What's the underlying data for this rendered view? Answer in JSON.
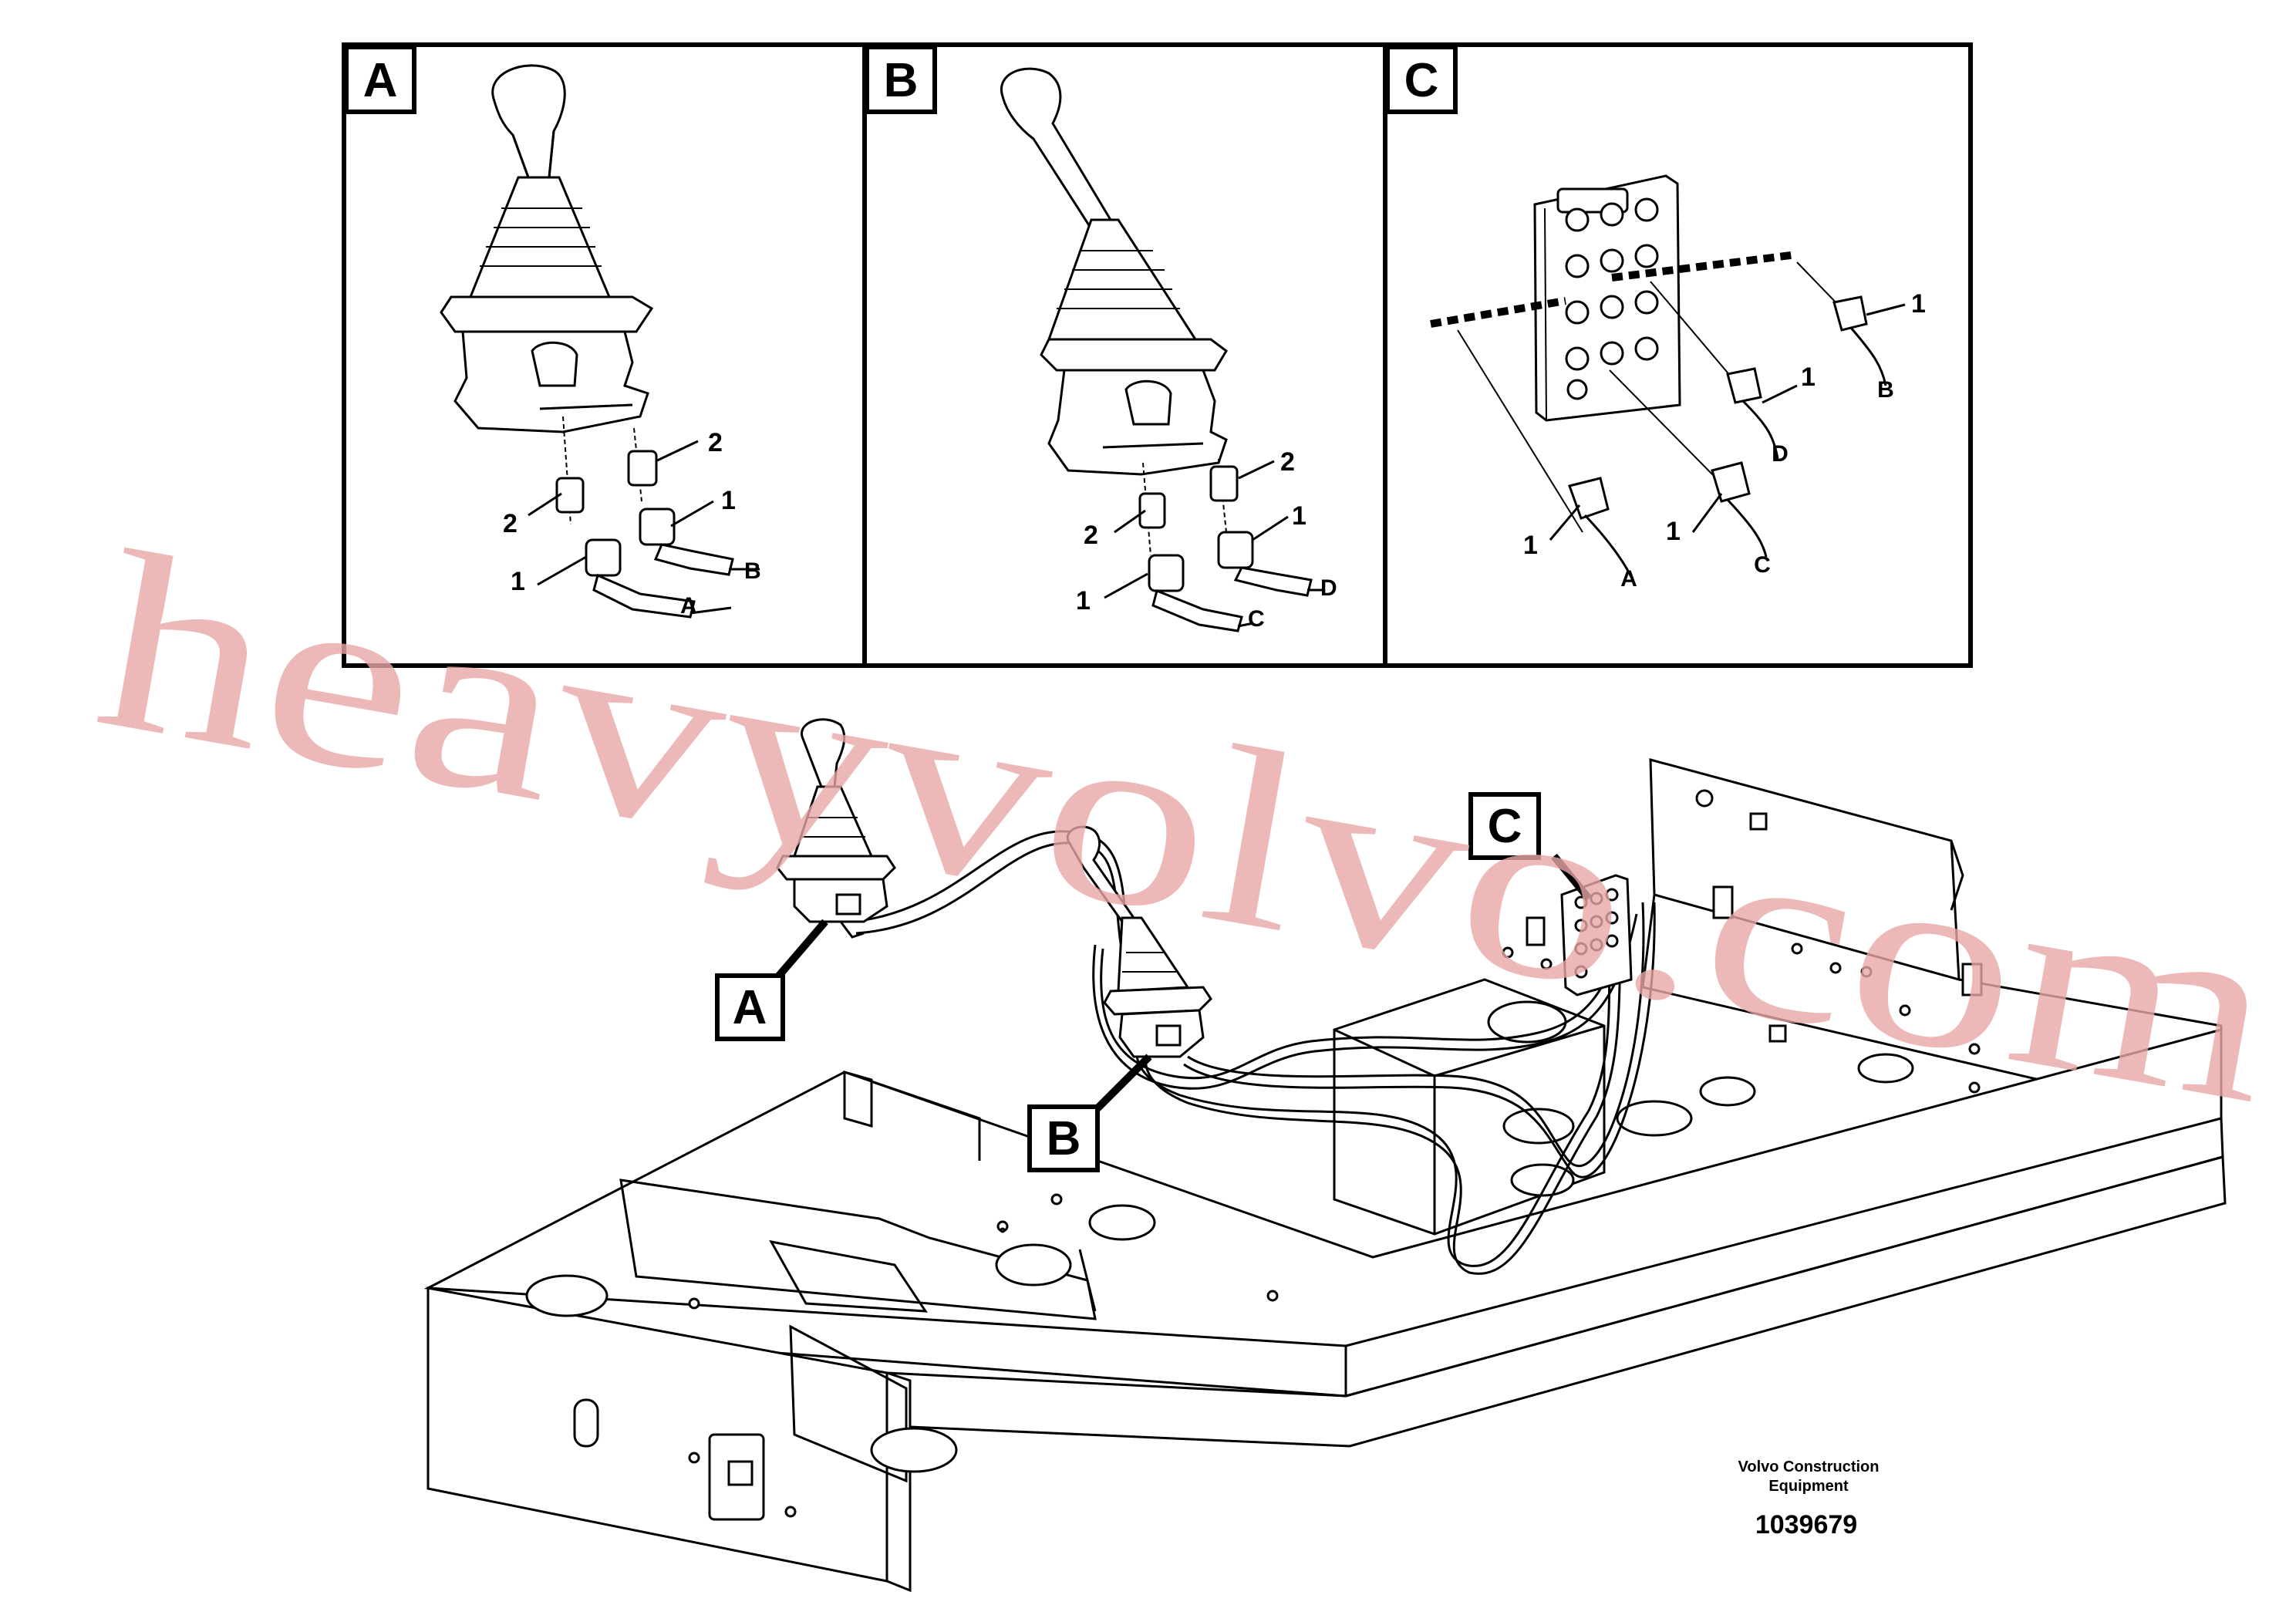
{
  "panels": [
    {
      "id": "A",
      "letter": "A",
      "callouts": [
        {
          "text": "2"
        },
        {
          "text": "1"
        },
        {
          "text": "2"
        },
        {
          "text": "1"
        }
      ],
      "hoses": [
        {
          "text": "A"
        },
        {
          "text": "B"
        }
      ]
    },
    {
      "id": "B",
      "letter": "B",
      "callouts": [
        {
          "text": "2"
        },
        {
          "text": "1"
        },
        {
          "text": "2"
        },
        {
          "text": "1"
        }
      ],
      "hoses": [
        {
          "text": "C"
        },
        {
          "text": "D"
        }
      ]
    },
    {
      "id": "C",
      "letter": "C",
      "callouts": [
        {
          "text": "1"
        },
        {
          "text": "1"
        },
        {
          "text": "1"
        },
        {
          "text": "1"
        }
      ],
      "hoses": [
        {
          "text": "A"
        },
        {
          "text": "C"
        },
        {
          "text": "D"
        },
        {
          "text": "B"
        }
      ]
    }
  ],
  "main_callouts": [
    {
      "text": "A"
    },
    {
      "text": "B"
    },
    {
      "text": "C"
    }
  ],
  "watermark": "heavyvolvo.com",
  "caption": {
    "line1": "Volvo Construction",
    "line2": "Equipment",
    "number": "1039679"
  }
}
